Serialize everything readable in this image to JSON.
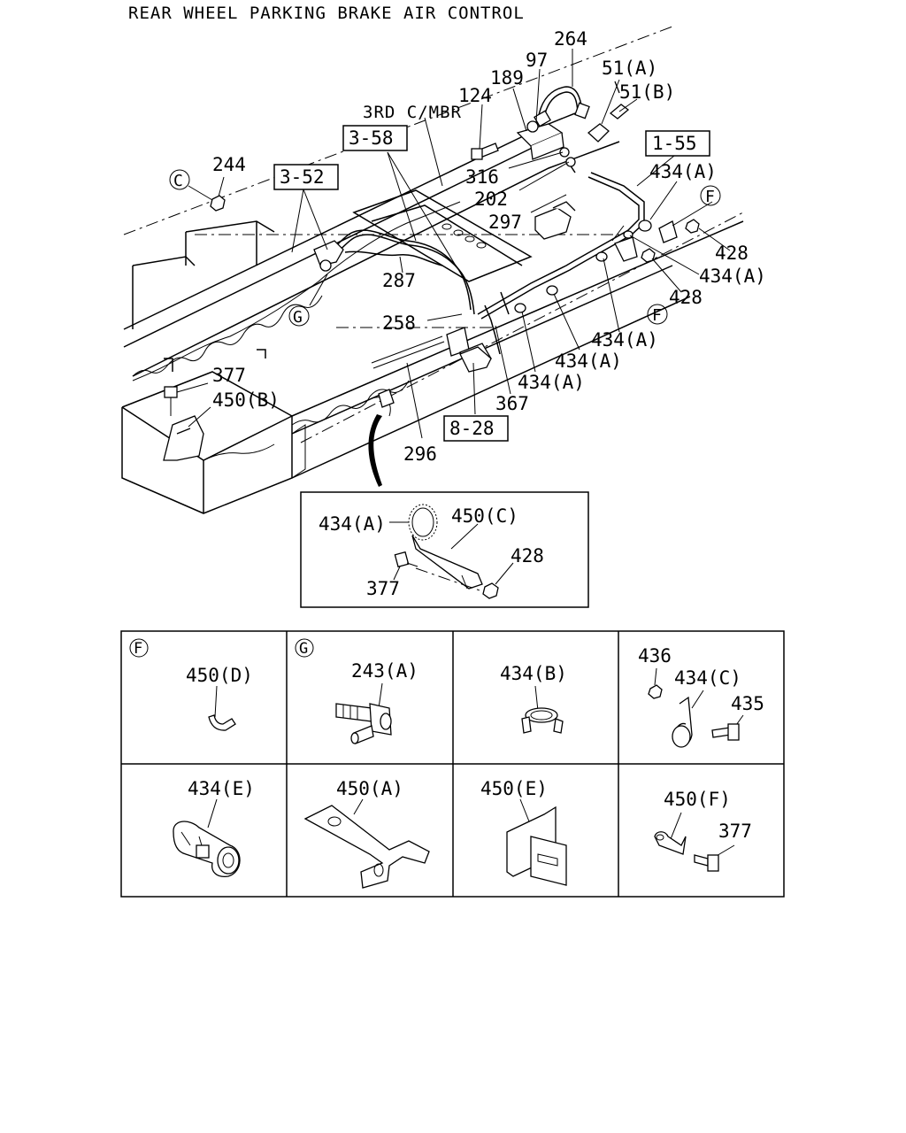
{
  "title": "REAR WHEEL PARKING BRAKE AIR CONTROL",
  "main_labels": {
    "l264": "264",
    "l97": "97",
    "l189": "189",
    "l124": "124",
    "l51a": "51(A)",
    "l51b": "51(B)",
    "l3rd": "3RD C/MBR",
    "l358": "3-58",
    "l155": "1-55",
    "l316": "316",
    "l202": "202",
    "l297": "297",
    "l244": "244",
    "l352": "3-52",
    "l434a_1": "434(A)",
    "l428_1": "428",
    "l434a_2": "434(A)",
    "l428_2": "428",
    "l287": "287",
    "l258": "258",
    "l434a_3": "434(A)",
    "l434a_4": "434(A)",
    "l434a_5": "434(A)",
    "l377": "377",
    "l450b": "450(B)",
    "l367": "367",
    "l828": "8-28",
    "l296": "296"
  },
  "circled": {
    "c": "C",
    "f1": "F",
    "f2": "F",
    "g": "G"
  },
  "inset": {
    "l434a": "434(A)",
    "l450c": "450(C)",
    "l428": "428",
    "l377": "377"
  },
  "grid_cells": [
    {
      "tag": "F",
      "labels": [
        "450(D)"
      ]
    },
    {
      "tag": "G",
      "labels": [
        "243(A)"
      ]
    },
    {
      "tag": "",
      "labels": [
        "434(B)"
      ]
    },
    {
      "tag": "",
      "labels": [
        "436",
        "434(C)",
        "435"
      ]
    },
    {
      "tag": "",
      "labels": [
        "434(E)"
      ]
    },
    {
      "tag": "",
      "labels": [
        "450(A)"
      ]
    },
    {
      "tag": "",
      "labels": [
        "450(E)"
      ]
    },
    {
      "tag": "",
      "labels": [
        "450(F)",
        "377"
      ]
    }
  ]
}
